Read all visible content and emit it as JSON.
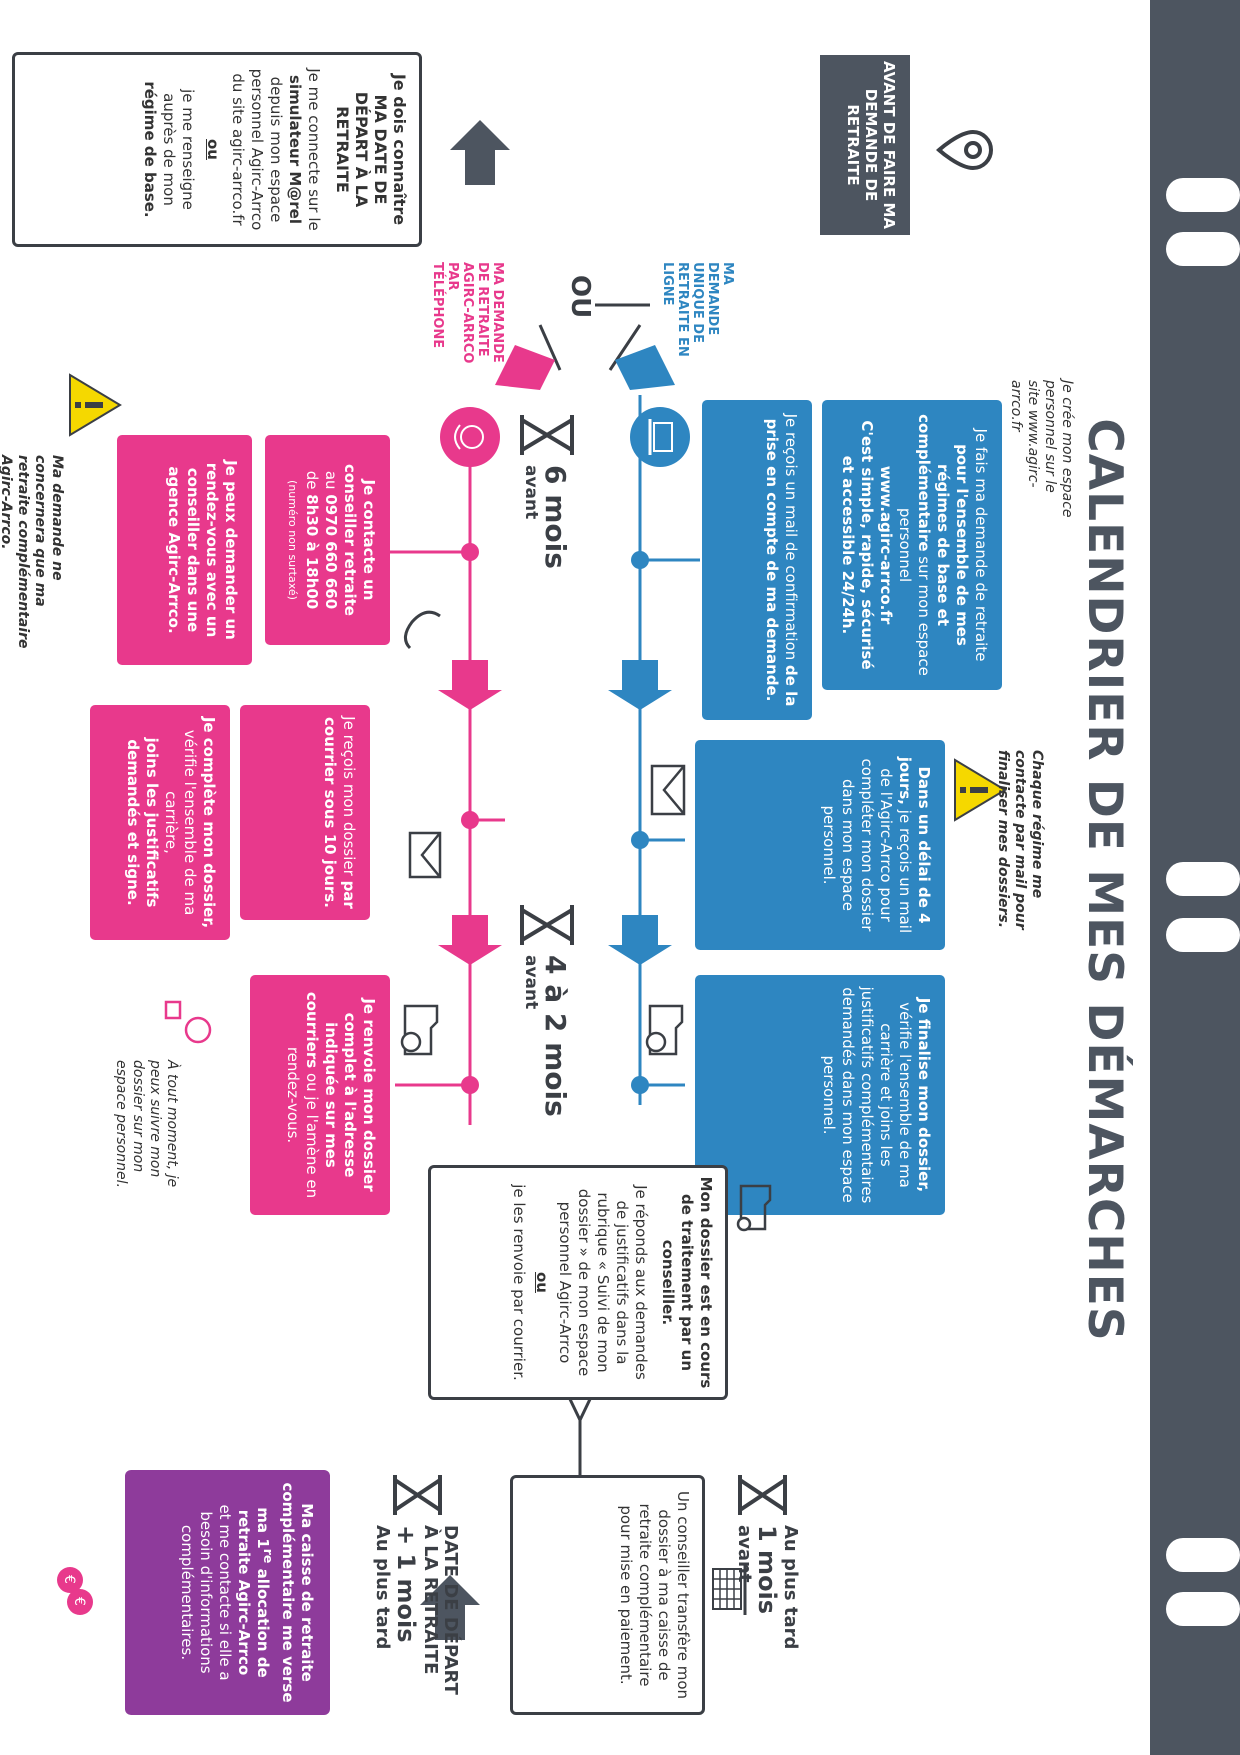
{
  "title": "CALENDRIER DE MES DÉMARCHES",
  "colors": {
    "gray": "#4d5560",
    "blue": "#2e86c1",
    "pink": "#e8398c",
    "purple": "#8e3b9b",
    "warning": "#f5d800"
  },
  "start": {
    "label": "AVANT DE FAIRE MA DEMANDE DE RETRAITE",
    "box_title": "Je dois connaître MA DATE DE DÉPART À LA RETRAITE",
    "text_pre": "Je me connecte sur le",
    "simulator": "simulateur M@rel",
    "text_post": "depuis mon espace personnel Agirc-Arrco du site agirc-arrco.fr",
    "or": "ou",
    "text2_pre": "je me renseigne auprès de mon",
    "text2_bold": "régime de base."
  },
  "ou": "OU",
  "online": {
    "label": "MA DEMANDE UNIQUE DE RETRAITE EN LIGNE",
    "note_space": "Je crée mon espace personnel sur le site www.agirc-arrco.fr",
    "box1_pre": "Je fais ma demande de retraite",
    "box1_bold": "pour l'ensemble de mes régimes de base et complémentaire",
    "box1_mid": "sur mon espace personnel",
    "box1_site": "www.agirc-arrco.fr",
    "box1_end": "C'est simple, rapide, sécurisé et accessible 24/24h.",
    "box2_pre": "Je reçois un mail de confirmation",
    "box2_bold": "de la prise en compte de ma demande.",
    "warning_note": "Chaque régime me contacte par mail pour finaliser mes dossiers.",
    "box3_bold": "Dans un délai de 4 jours,",
    "box3_text": "je reçois un mail de l'Agirc-Arrco pour compléter mon dossier dans mon espace personnel.",
    "box4_bold": "Je finalise mon dossier,",
    "box4_text": "vérifie l'ensemble de ma carrière et joins les justificatifs complémentaires demandés dans mon espace personnel."
  },
  "phone": {
    "label": "MA DEMANDE DE RETRAITE AGIRC-ARRCO PAR TÉLÉPHONE",
    "box1_bold": "Je contacte un conseiller retraite",
    "box1_mid": "au",
    "box1_number": "0970 660 660",
    "box1_hours_pre": "de",
    "box1_hours": "8h30 à 18h00",
    "box1_small": "(numéro non surtaxé)",
    "box2_bold": "Je peux demander un rendez-vous avec un conseiller dans une agence Agirc-Arrco.",
    "warning_note": "Ma demande ne concernera que ma retraite complémentaire Agirc-Arrco.",
    "box3_pre": "Je reçois mon dossier",
    "box3_bold": "par courrier sous 10 jours.",
    "box4_bold1": "Je complète mon dossier,",
    "box4_text": "vérifie l'ensemble de ma carrière,",
    "box4_bold2": "joins les justificatifs demandés et signe.",
    "box5_bold": "Je renvoie mon dossier complet à l'adresse indiquée sur mes courriers",
    "box5_text": "ou je l'amène en rendez-vous.",
    "note_follow": "À tout moment, je peux suivre mon dossier sur mon espace personnel."
  },
  "stages": {
    "s6_big": "6 mois",
    "s6_small": "avant",
    "s42_big": "4 à 2 mois",
    "s42_small": "avant",
    "s1_top": "Au plus tard",
    "s1_big": "1 mois",
    "s1_small": "avant",
    "final_line1": "DATE DE DÉPART",
    "final_line2": "À LA RETRAITE",
    "final_big": "+ 1 mois",
    "final_small": "Au plus tard"
  },
  "processing": {
    "title": "Mon dossier est en cours de traitement par un conseiller.",
    "text": "Je réponds aux demandes de justificatifs dans la rubrique « Suivi de mon dossier » de mon espace personnel Agirc-Arrco",
    "or": "ou",
    "text2": "je les renvoie par courrier."
  },
  "transfer": {
    "text": "Un conseiller transfère mon dossier à ma caisse de retraite complémentaire pour mise en paiement."
  },
  "payment": {
    "bold_pre": "Ma caisse de retraite complémentaire me verse ma 1",
    "bold_sup": "re",
    "bold_post": "allocation de retraite Agirc-Arrco",
    "text": "et me contacte si elle a besoin d'informations complémentaires."
  }
}
